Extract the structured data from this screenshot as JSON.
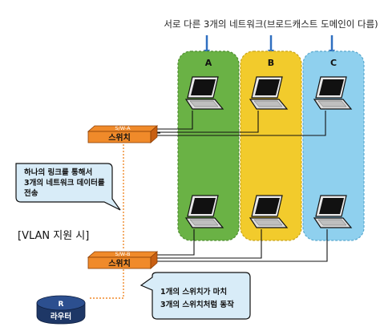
{
  "header": "서로 다른 3개의 네트워크(브로드캐스트 도메인이 다름)",
  "zones": [
    {
      "label": "A",
      "color": "#6ab245",
      "border": "#4e8e2f"
    },
    {
      "label": "B",
      "color": "#f2cb2c",
      "border": "#c9a51a"
    },
    {
      "label": "C",
      "color": "#8fd0ee",
      "border": "#5aa9cf"
    }
  ],
  "switch_a": {
    "tag": "S/W-A",
    "label": "스위치"
  },
  "switch_b": {
    "tag": "S/W-B",
    "label": "스위치"
  },
  "router": {
    "tag": "R",
    "label": "라우터"
  },
  "callout_link": {
    "lines": [
      "하나의 링크를 통해서",
      "3개의 네트워크 데이터를",
      "전송"
    ]
  },
  "vlan_caption": "[VLAN 지원 시]",
  "callout_switch": {
    "lines": [
      "1개의 스위치가 마치",
      "3개의 스위치처럼 동작"
    ]
  },
  "colors": {
    "arrow": "#2f6fc0",
    "switch_top": "#f08a2a",
    "switch_side": "#c85f12",
    "dotted_link": "#f08a2a",
    "callout_fill": "#d8ecf8",
    "router_top": "#2c4f8f",
    "router_side": "#1e3766"
  }
}
